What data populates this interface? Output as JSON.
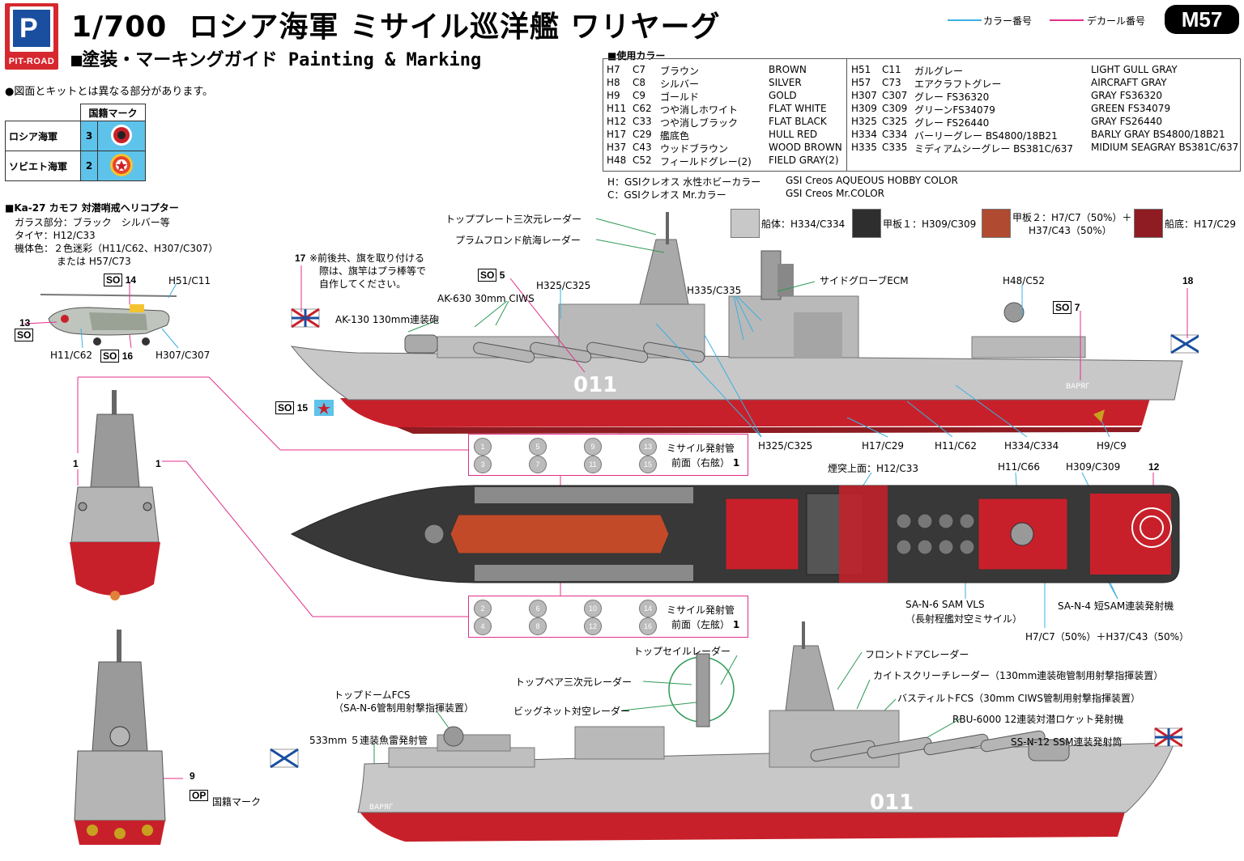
{
  "header": {
    "brand": "PIT-ROAD",
    "scale": "1/700",
    "title": "ロシア海軍 ミサイル巡洋艦 ワリヤーグ",
    "subtitle": "■塗装・マーキングガイド Painting & Marking",
    "product_code": "M57",
    "note": "●図面とキットとは異なる部分があります。"
  },
  "legend": {
    "color_number_label": "カラー番号",
    "decal_number_label": "デカール番号",
    "color_line": "#3ab0e0",
    "decal_line": "#e0308a"
  },
  "national_marks": {
    "header": "国籍マーク",
    "rows": [
      {
        "navy": "ロシア海軍",
        "decal": "3"
      },
      {
        "navy": "ソビエト海軍",
        "decal": "2"
      }
    ],
    "cell_color": "#5ec3ea"
  },
  "colors_used": {
    "title": "■使用カラー",
    "left": [
      {
        "h": "H7",
        "c": "C7",
        "jp": "ブラウン",
        "en": "BROWN"
      },
      {
        "h": "H8",
        "c": "C8",
        "jp": "シルバー",
        "en": "SILVER"
      },
      {
        "h": "H9",
        "c": "C9",
        "jp": "ゴールド",
        "en": "GOLD"
      },
      {
        "h": "H11",
        "c": "C62",
        "jp": "つや消しホワイト",
        "en": "FLAT WHITE"
      },
      {
        "h": "H12",
        "c": "C33",
        "jp": "つや消しブラック",
        "en": "FLAT BLACK"
      },
      {
        "h": "H17",
        "c": "C29",
        "jp": "艦底色",
        "en": "HULL RED"
      },
      {
        "h": "H37",
        "c": "C43",
        "jp": "ウッドブラウン",
        "en": "WOOD BROWN"
      },
      {
        "h": "H48",
        "c": "C52",
        "jp": "フィールドグレー(2)",
        "en": "FIELD GRAY(2)"
      }
    ],
    "right": [
      {
        "h": "H51",
        "c": "C11",
        "jp": "ガルグレー",
        "en": "LIGHT GULL GRAY"
      },
      {
        "h": "H57",
        "c": "C73",
        "jp": "エアクラフトグレー",
        "en": "AIRCRAFT GRAY"
      },
      {
        "h": "H307",
        "c": "C307",
        "jp": "グレー FS36320",
        "en": "GRAY FS36320"
      },
      {
        "h": "H309",
        "c": "C309",
        "jp": "グリーンFS34079",
        "en": "GREEN FS34079"
      },
      {
        "h": "H325",
        "c": "C325",
        "jp": "グレー FS26440",
        "en": "GRAY FS26440"
      },
      {
        "h": "H334",
        "c": "C334",
        "jp": "バーリーグレー BS4800/18B21",
        "en": "BARLY GRAY BS4800/18B21"
      },
      {
        "h": "H335",
        "c": "C335",
        "jp": "ミディアムシーグレー BS381C/637",
        "en": "MIDIUM SEAGRAY BS381C/637"
      }
    ],
    "note_h_jp": "H：GSIクレオス 水性ホビーカラー",
    "note_h_en": "GSI Creos AQUEOUS HOBBY COLOR",
    "note_c_jp": "C：GSIクレオス Mr.カラー",
    "note_c_en": "GSI Creos Mr.COLOR"
  },
  "swatches": [
    {
      "label": "船体：H334/C334",
      "color": "#c8c8c8"
    },
    {
      "label": "甲板１：H309/C309",
      "color": "#2e2e2e"
    },
    {
      "label": "甲板２：H7/C7（50%）＋\nH37/C43（50%）",
      "line1": "甲板２：H7/C7（50%）＋",
      "line2": "H37/C43（50%）",
      "color": "#b04a30"
    },
    {
      "label": "船底：H17/C29",
      "color": "#8e1c22"
    }
  ],
  "helicopter": {
    "title": "■Ka-27 カモフ 対潜哨戒ヘリコプター",
    "glass": "ガラス部分：ブラック　シルバー等",
    "tire": "タイヤ：H12/C33",
    "body": "機体色：２色迷彩（H11/C62、H307/C307）",
    "body_alt": "または H57/C73",
    "c_rotor": "H51/C11",
    "c_h11": "H11/C62",
    "c_h307": "H307/C307",
    "decal_14": "14",
    "decal_13": "13",
    "decal_16": "16",
    "so": "SO"
  },
  "side_top_labels": {
    "top_plate": "トッププレート三次元レーダー",
    "palm_frond": "プラムフロンド航海レーダー",
    "flag_note1": "※前後共、旗を取り付ける",
    "flag_note2": "際は、旗竿はプラ棒等で",
    "flag_note3": "自作してください。",
    "ak630": "AK-630 30mm CIWS",
    "ak130": "AK-130 130mm連装砲",
    "h325_1": "H325/C325",
    "h335": "H335/C335",
    "side_globe": "サイドグローブECM",
    "h48": "H48/C52",
    "decal_17": "17",
    "decal_18": "18",
    "decal_5": "5",
    "decal_7": "7",
    "decal_15": "15",
    "hull_number": "011",
    "name_plate": "ВАРЯГ",
    "h325_2": "H325/C325",
    "h17": "H17/C29",
    "h11": "H11/C62",
    "h334": "H334/C334",
    "h9": "H9/C9"
  },
  "missile_tubes": {
    "right_label": "ミサイル発射管",
    "right_sub": "前面（右舷）",
    "left_label": "ミサイル発射管",
    "left_sub": "前面（左舷）",
    "decal_1": "1",
    "right_top": [
      "1",
      "5",
      "9",
      "13"
    ],
    "right_bottom": [
      "3",
      "7",
      "11",
      "15"
    ],
    "left_top": [
      "2",
      "6",
      "10",
      "14"
    ],
    "left_bottom": [
      "4",
      "8",
      "12",
      "16"
    ]
  },
  "plan_labels": {
    "funnel_top": "煙突上面：H12/C33",
    "h11_c66": "H11/C66",
    "h309": "H309/C309",
    "decal_12": "12",
    "sa_n6_1": "SA-N-6 SAM VLS",
    "sa_n6_2": "（長射程艦対空ミサイル）",
    "sa_n4": "SA-N-4 短SAM連装発射機",
    "deck_mix": "H7/C7（50%）＋H37/C43（50%）"
  },
  "front_labels": {
    "decal_1_left": "1",
    "decal_1_right": "1"
  },
  "rear_labels": {
    "decal_9": "9",
    "op": "OP",
    "nat_mark": "国籍マーク"
  },
  "side_bottom_labels": {
    "top_sail": "トップセイルレーダー",
    "top_pair": "トップペア三次元レーダー",
    "big_net": "ビッグネット対空レーダー",
    "top_dome_1": "トップドームFCS",
    "top_dome_2": "（SA-N-6管制用射撃指揮装置）",
    "torpedo": "533mm ５連装魚雷発射管",
    "front_door": "フロントドアCレーダー",
    "kite_screech": "カイトスクリーチレーダー（130mm連装砲管制用射撃指揮装置）",
    "bass_tilt": "バスティルトFCS（30mm CIWS管制用射撃指揮装置）",
    "rbu": "RBU-6000 12連装対潜ロケット発射機",
    "ssn12": "SS-N-12 SSM連装発射筒",
    "hull_number": "011",
    "name_plate": "ВАРЯГ"
  }
}
